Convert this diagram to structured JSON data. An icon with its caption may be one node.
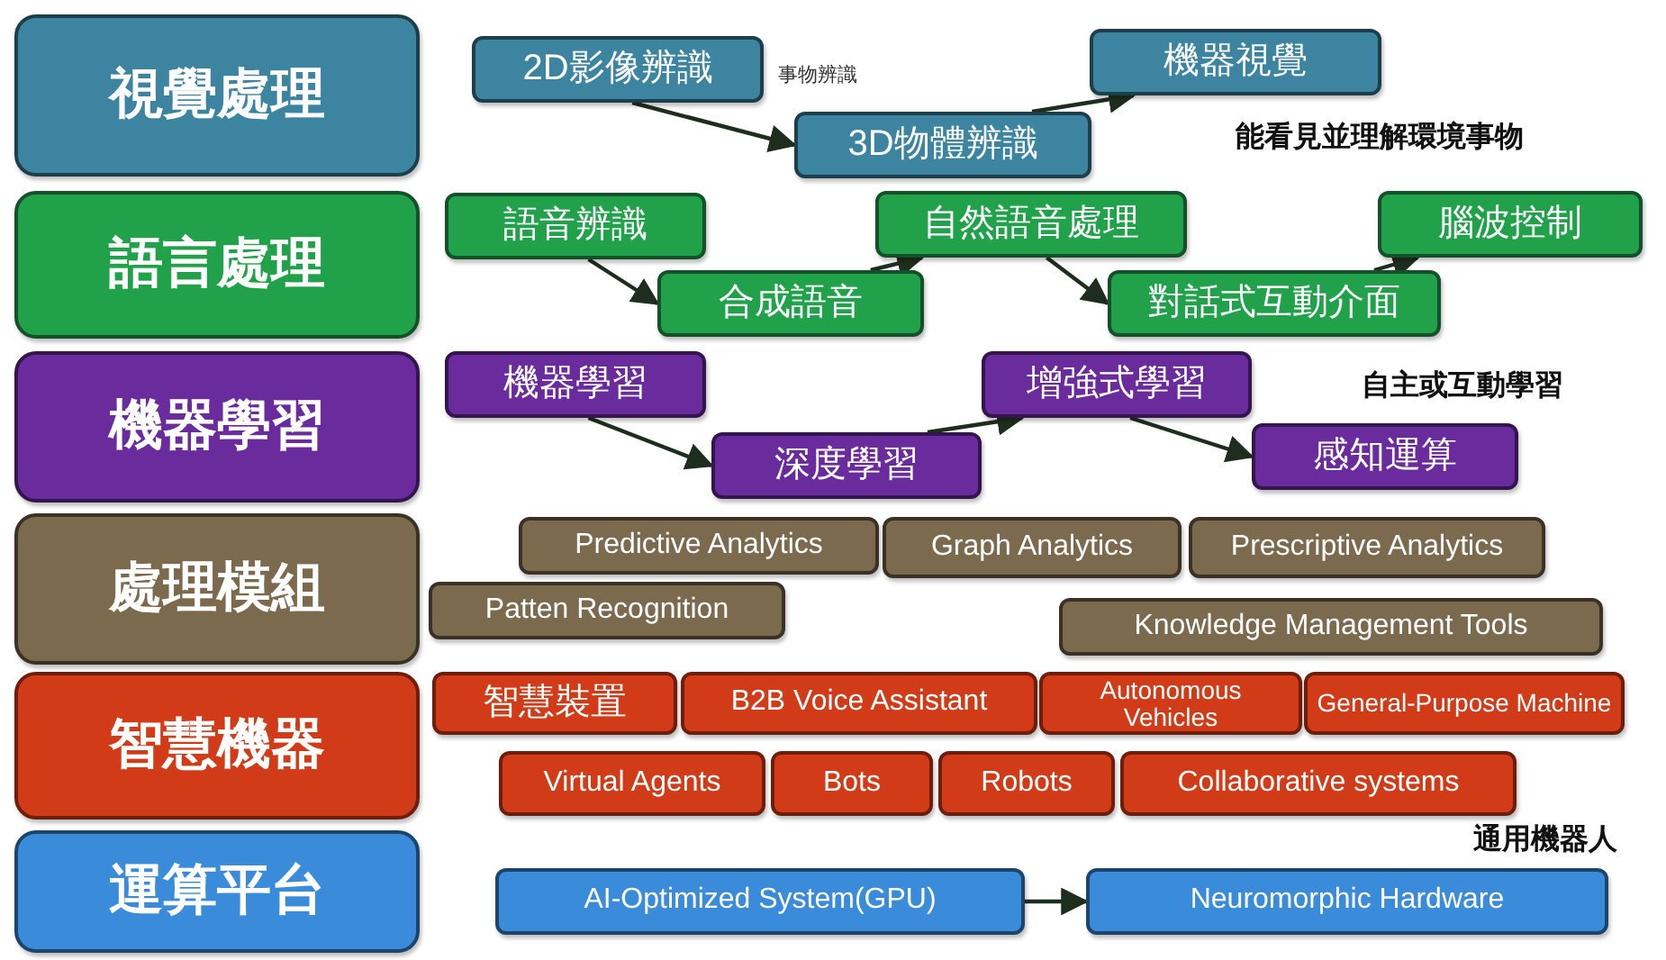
{
  "diagram": {
    "nodes": [
      {
        "text": [
          "視覺處理"
        ]
      },
      {
        "text": [
          "語言處理"
        ]
      },
      {
        "text": [
          "機器學習"
        ]
      },
      {
        "text": [
          "處理模組"
        ]
      },
      {
        "text": [
          "智慧機器"
        ]
      },
      {
        "text": [
          "運算平台"
        ]
      },
      {
        "text": [
          "2D影像辨識"
        ],
        "beside": [
          "事物辨識"
        ]
      },
      {
        "text": [
          "3D物體辨識"
        ]
      },
      {
        "text": [
          "機器視覺"
        ]
      },
      {
        "text": [
          "語音辨識"
        ]
      },
      {
        "text": [
          "合成語音"
        ]
      },
      {
        "text": [
          "自然語音處理"
        ]
      },
      {
        "text": [
          "對話式互動介面"
        ]
      },
      {
        "text": [
          "腦波控制"
        ]
      },
      {
        "text": [
          "機器學習"
        ]
      },
      {
        "text": [
          "深度學習"
        ]
      },
      {
        "text": [
          "增強式學習"
        ]
      },
      {
        "text": [
          "感知運算"
        ]
      },
      {
        "text": [
          "Predictive Analytics"
        ]
      },
      {
        "text": [
          "Graph Analytics"
        ]
      },
      {
        "text": [
          "Prescriptive Analytics"
        ]
      },
      {
        "text": [
          "Patten Recognition"
        ]
      },
      {
        "text": [
          "Knowledge Management Tools"
        ]
      },
      {
        "text": [
          "智慧裝置"
        ]
      },
      {
        "text": [
          "B2B Voice Assistant"
        ]
      },
      {
        "text": [
          "Autonomous Vehicles"
        ]
      },
      {
        "text": [
          "General-Purpose Machine"
        ]
      },
      {
        "text": [
          "Virtual Agents"
        ]
      },
      {
        "text": [
          "Bots"
        ]
      },
      {
        "text": [
          "Robots"
        ]
      },
      {
        "text": [
          "Collaborative systems"
        ]
      },
      {
        "text": [
          "AI-Optimized System(GPU)"
        ]
      },
      {
        "text": [
          "Neuromorphic Hardware"
        ]
      }
    ],
    "edges": [
      {
        "from": 6,
        "to": 7,
        "arrow": "to"
      },
      {
        "from": 7,
        "to": 8,
        "arrow": "to"
      },
      {
        "from": 9,
        "to": 10,
        "arrow": "to"
      },
      {
        "from": 10,
        "to": 11,
        "arrow": "to"
      },
      {
        "from": 11,
        "to": 12,
        "arrow": "to"
      },
      {
        "from": 12,
        "to": 13,
        "arrow": "to"
      },
      {
        "from": 14,
        "to": 15,
        "arrow": "to"
      },
      {
        "from": 15,
        "to": 16,
        "arrow": "to"
      },
      {
        "from": 16,
        "to": 17,
        "arrow": "to"
      },
      {
        "from": 31,
        "to": 32,
        "arrow": "to"
      }
    ],
    "labels": [
      "能看見並理解環境事物",
      "自主或互動學習",
      "通用機器人"
    ]
  }
}
